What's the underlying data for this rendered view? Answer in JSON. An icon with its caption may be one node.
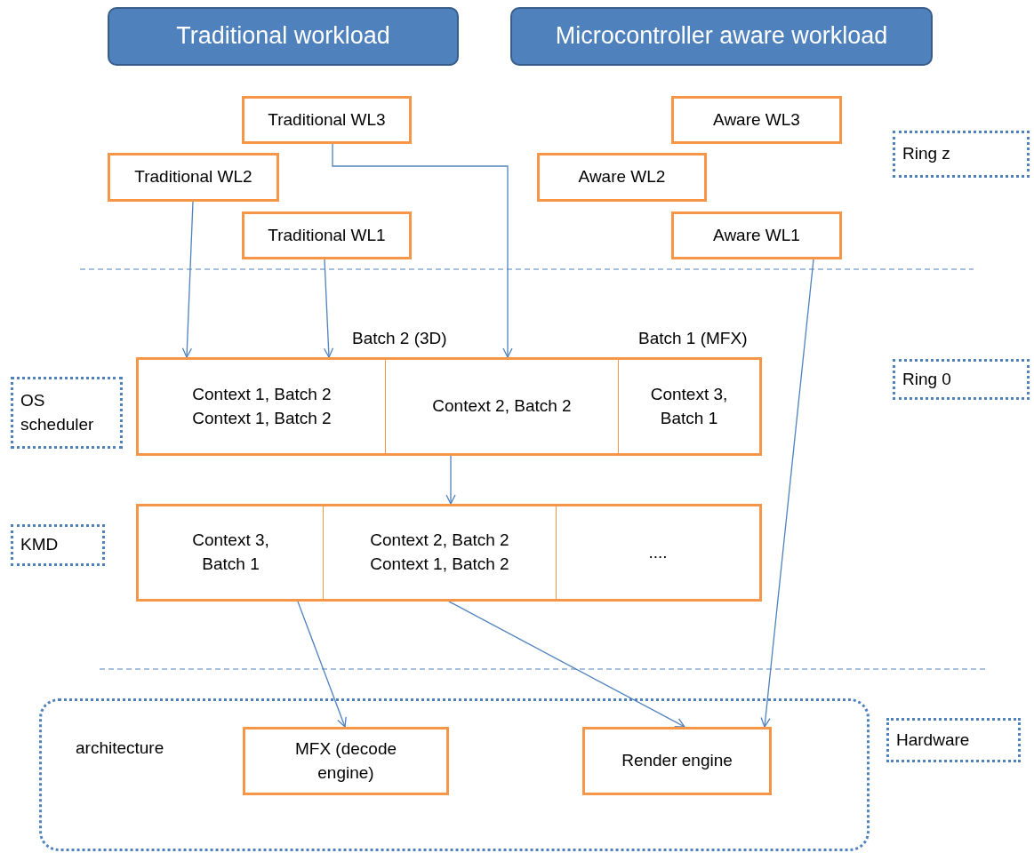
{
  "diagram": {
    "nodes": [
      {
        "text": [
          "Traditional workload"
        ]
      },
      {
        "text": [
          "Microcontroller aware workload"
        ]
      },
      {
        "text": [
          "Traditional WL3"
        ]
      },
      {
        "text": [
          "Aware WL3"
        ]
      },
      {
        "text": [
          "Ring z"
        ]
      },
      {
        "text": [
          "Traditional WL2"
        ]
      },
      {
        "text": [
          "Aware WL2"
        ]
      },
      {
        "text": [
          "Traditional WL1"
        ]
      },
      {
        "text": [
          "Aware WL1"
        ]
      },
      {
        "text": [
          "OS scheduler"
        ]
      },
      {
        "text": [],
        "shape": "box"
      },
      {
        "text": [
          "Context 1, Batch 2 Context 1, Batch 2"
        ],
        "in": 10
      },
      {
        "text": [
          "Context 2, Batch 2"
        ],
        "in": 10
      },
      {
        "text": [
          "Context 3, Batch 1"
        ],
        "in": 10
      },
      {
        "text": [
          "Ring 0"
        ]
      },
      {
        "text": [
          "KMD"
        ]
      },
      {
        "text": [],
        "shape": "box"
      },
      {
        "text": [
          "Context 3, Batch 1"
        ],
        "in": 16
      },
      {
        "text": [
          "Context 2, Batch 2 Context 1, Batch 2"
        ],
        "in": 16
      },
      {
        "text": [
          "...."
        ],
        "in": 16
      },
      {
        "text": [
          "architecture"
        ]
      },
      {
        "text": [
          "MFX (decode engine)"
        ],
        "in": 20
      },
      {
        "text": [
          "Render engine"
        ],
        "in": 20
      },
      {
        "text": [
          "Hardware"
        ]
      }
    ],
    "edges": [
      {
        "from": 5,
        "to": 10,
        "arrow": "to"
      },
      {
        "from": 7,
        "to": 10,
        "arrow": "to"
      },
      {
        "from": 2,
        "to": 10,
        "arrow": "to"
      },
      {
        "from": 8,
        "to": 22,
        "arrow": "to"
      },
      {
        "from": 10,
        "to": 16,
        "arrow": "to"
      },
      {
        "from": 16,
        "to": 21,
        "arrow": "to"
      },
      {
        "from": 16,
        "to": 22,
        "arrow": "to"
      }
    ],
    "labels": [
      "Batch 2 (3D)",
      "Batch 1 (MFX)"
    ]
  }
}
